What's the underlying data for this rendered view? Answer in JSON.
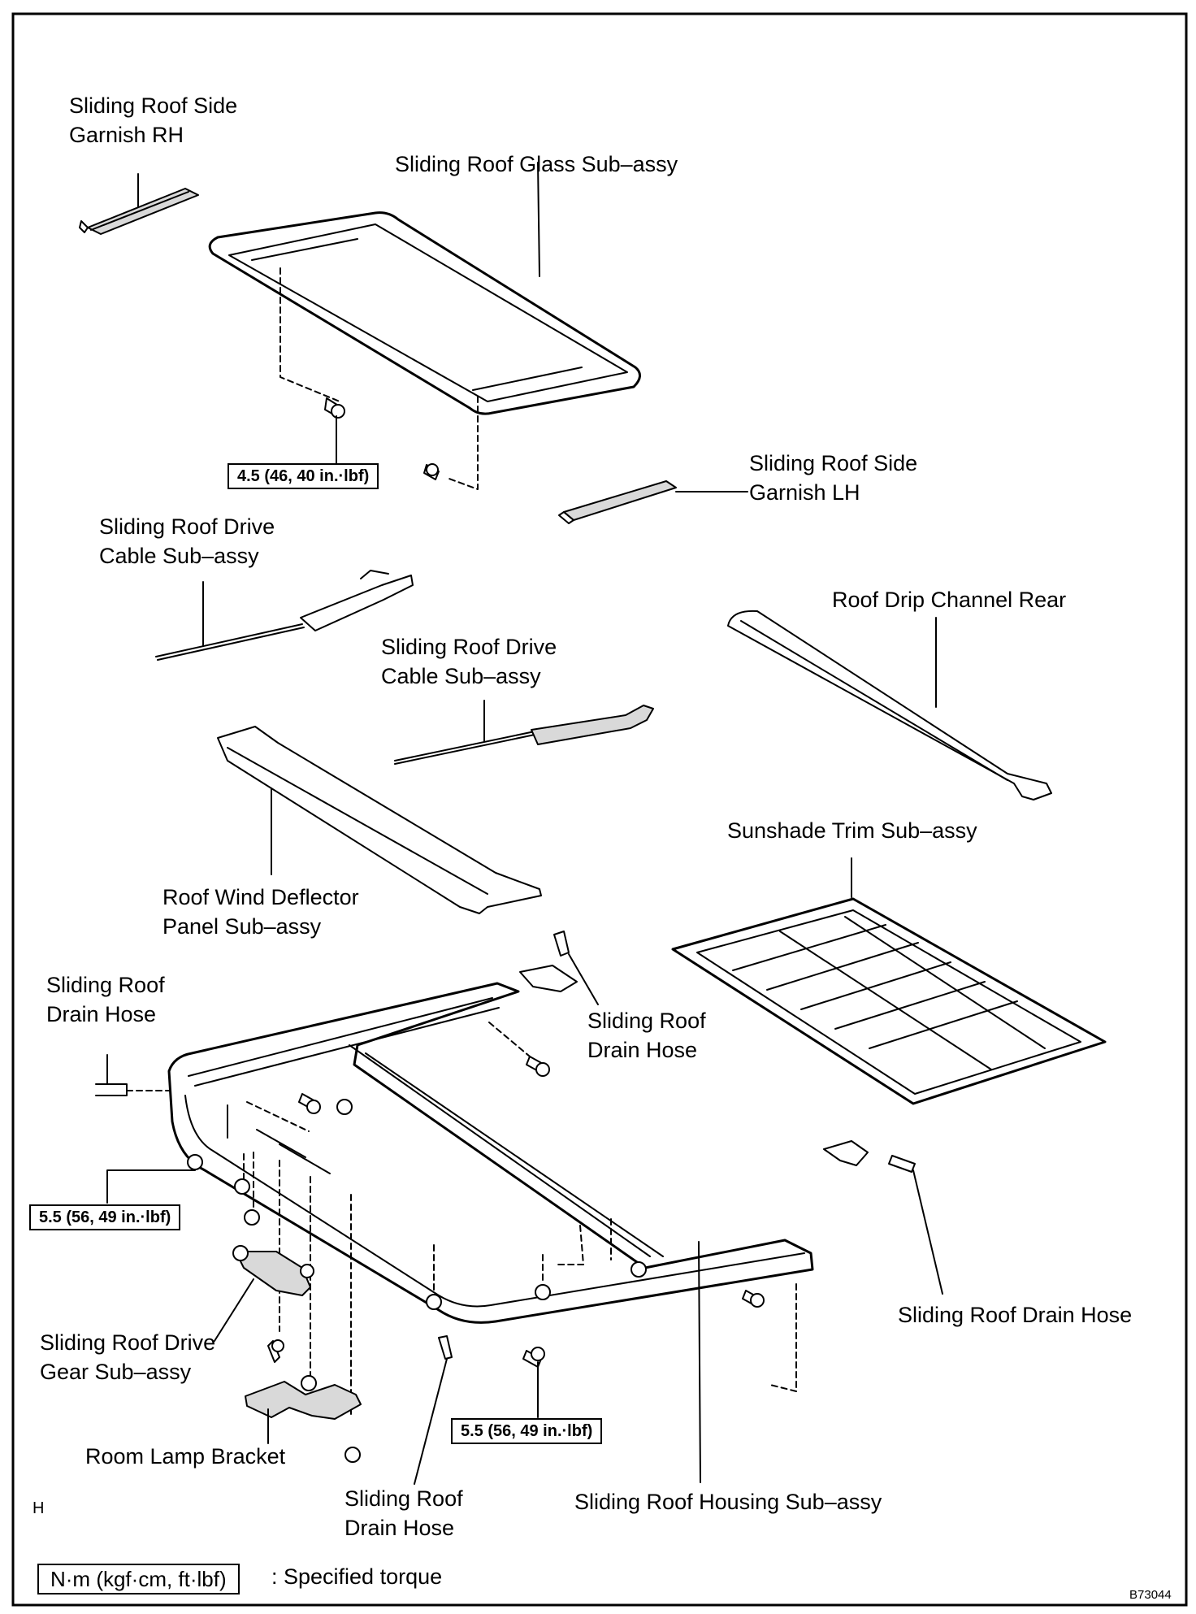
{
  "labels": {
    "garnish_rh": [
      "Sliding Roof Side",
      "Garnish RH"
    ],
    "glass": "Sliding Roof Glass Sub–assy",
    "garnish_lh": [
      "Sliding Roof Side",
      "Garnish LH"
    ],
    "drive_cable_1": [
      "Sliding Roof Drive",
      "Cable Sub–assy"
    ],
    "drip_channel": "Roof Drip Channel Rear",
    "drive_cable_2": [
      "Sliding Roof Drive",
      "Cable Sub–assy"
    ],
    "sunshade": "Sunshade Trim Sub–assy",
    "wind_deflector": [
      "Roof Wind Deflector",
      "Panel Sub–assy"
    ],
    "drain_hose_left": [
      "Sliding Roof",
      "Drain Hose"
    ],
    "drain_hose_center": [
      "Sliding Roof",
      "Drain Hose"
    ],
    "drain_hose_right": "Sliding Roof Drain Hose",
    "drive_gear": [
      "Sliding Roof Drive",
      "Gear Sub–assy"
    ],
    "room_lamp": "Room Lamp Bracket",
    "drain_hose_bottom": [
      "Sliding Roof",
      "Drain Hose"
    ],
    "housing": "Sliding Roof Housing Sub–assy"
  },
  "torque": {
    "glass_bolt": "4.5 (46, 40 in.·lbf)",
    "housing_left": "5.5 (56, 49 in.·lbf)",
    "housing_bottom": "5.5 (56, 49 in.·lbf)"
  },
  "legend": {
    "unit": "N·m (kgf·cm, ft·lbf)",
    "description": ": Specified torque"
  },
  "marks": {
    "view_letter": "H",
    "figure_code": "B73044"
  }
}
